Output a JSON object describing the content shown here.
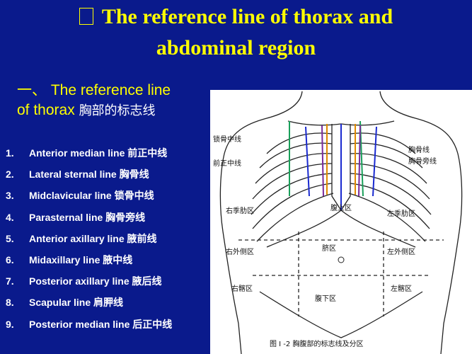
{
  "title": {
    "line1": "The reference line of thorax and",
    "line2": "abdominal region"
  },
  "subtitle": {
    "prefix": "一、 The reference line",
    "line2_en": "of thorax",
    "line2_zh": "胸部的标志线"
  },
  "lines": [
    {
      "num": "1.",
      "label": "Anterior median line 前正中线"
    },
    {
      "num": "2.",
      "label": "Lateral sternal line 胸骨线"
    },
    {
      "num": "3.",
      "label": "Midclavicular line 锁骨中线"
    },
    {
      "num": "4.",
      "label": "Parasternal line 胸骨旁线"
    },
    {
      "num": "5.",
      "label": "Anterior axillary line 腋前线"
    },
    {
      "num": "6.",
      "label": "Midaxillary line 腋中线"
    },
    {
      "num": "7.",
      "label": "Posterior axillary line 腋后线"
    },
    {
      "num": "8.",
      "label": "Scapular line 肩胛线"
    },
    {
      "num": "9.",
      "label": "Posterior median line 后正中线"
    }
  ],
  "figure": {
    "labels": {
      "midclavicular": "锁骨中线",
      "anterior_median": "前正中线",
      "sternal": "胸骨线",
      "parasternal": "胸骨旁线",
      "right_hypochondriac": "右季肋区",
      "left_hypochondriac": "左季肋区",
      "epigastric": "腹上区",
      "right_lateral": "右外侧区",
      "left_lateral": "左外侧区",
      "umbilical": "脐区",
      "right_iliac": "右髂区",
      "left_iliac": "左髂区",
      "hypogastric": "腹下区",
      "caption": "图 I -2    胸腹部的标志线及分区"
    },
    "line_colors": {
      "green": "#1aa05a",
      "blue": "#1a2ad0",
      "orange": "#e08a00",
      "purple": "#7a2a9a"
    }
  }
}
